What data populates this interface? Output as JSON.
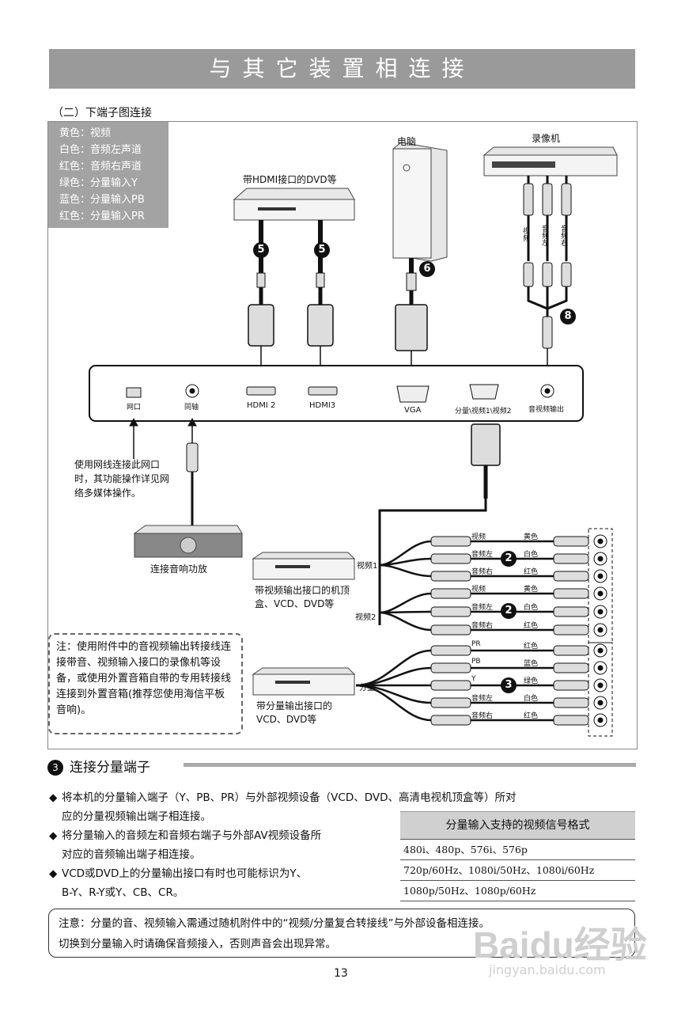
{
  "header": {
    "title": "与其它装置相连接"
  },
  "subheading": "（二）下端子图连接",
  "legend": [
    "黄色：视频",
    "白色：音频左声道",
    "红色：音频右声道",
    "绿色：分量输入Y",
    "蓝色：分量输入PB",
    "红色：分量输入PR"
  ],
  "devices": {
    "hdmi_dvd": "带HDMI接口的DVD等",
    "pc": "电脑",
    "vcr": "录像机",
    "amp": "连接音响功放",
    "stb": "带视频输出接口的机顶盒、VCD、DVD等",
    "comp_dvd": "带分量输出接口的VCD、DVD等"
  },
  "cable_numbers": {
    "hdmi": "5",
    "vga": "6",
    "av": "8",
    "av1": "2",
    "av2": "2",
    "comp": "3"
  },
  "vcr_cable_labels": [
    "视频",
    "音频左",
    "音频右"
  ],
  "ports": [
    "网口",
    "同轴",
    "HDMI 2",
    "HDMI3",
    "VGA",
    "分量\\视频1\\视频2",
    "音视频输出"
  ],
  "network_note": "使用网线连接此网口时，其功能操作详见网络多媒体操作。",
  "input_groups": {
    "video1": "视频1",
    "video2": "视频2",
    "component": "分量"
  },
  "av_rows": [
    {
      "left": "视频",
      "right": "黄色"
    },
    {
      "left": "音频左",
      "right": "白色"
    },
    {
      "left": "音频右",
      "right": "红色"
    },
    {
      "left": "视频",
      "right": "黄色"
    },
    {
      "left": "音频左",
      "right": "白色"
    },
    {
      "left": "音频右",
      "right": "红色"
    },
    {
      "left": "PR",
      "right": "红色"
    },
    {
      "left": "PB",
      "right": "蓝色"
    },
    {
      "left": "Y",
      "right": "绿色"
    },
    {
      "left": "音频左",
      "right": "白色"
    },
    {
      "left": "音频右",
      "right": "红色"
    }
  ],
  "note": "注：使用附件中的音视频输出转接线连接带音、视频输入接口的录像机等设备，或使用外置音箱自带的专用转接线连接到外置音箱(推荐您使用海信平板音响)。",
  "section": {
    "num": "3",
    "title": "连接分量端子"
  },
  "bullets": [
    "将本机的分量输入端子（Y、PB、PR）与外部视频设备（VCD、DVD、高清电视机顶盒等）所对",
    "应的分量视频输出端子相连接。",
    "将分量输入的音频左和音频右端子与外部AV视频设备所",
    "对应的音频输出端子相连接。",
    "VCD或DVD上的分量输出接口有时也可能标识为Y、",
    "B-Y、R-Y或Y、CB、CR。"
  ],
  "format_table": {
    "title": "分量输入支持的视频信号格式",
    "rows": [
      "480i、480p、576i、576p",
      "720p/60Hz、1080i/50Hz、1080i/60Hz",
      "1080p/50Hz、1080p/60Hz"
    ]
  },
  "attention": [
    "注意：分量的音、视频输入需通过随机附件中的“视频/分量复合转接线”与外部设备相连接。",
    "切换到分量输入时请确保音频接入，否则声音会出现异常。"
  ],
  "page_number": "13",
  "watermark": {
    "logo": "Baidu经验",
    "url": "jingyan.baidu.com"
  }
}
